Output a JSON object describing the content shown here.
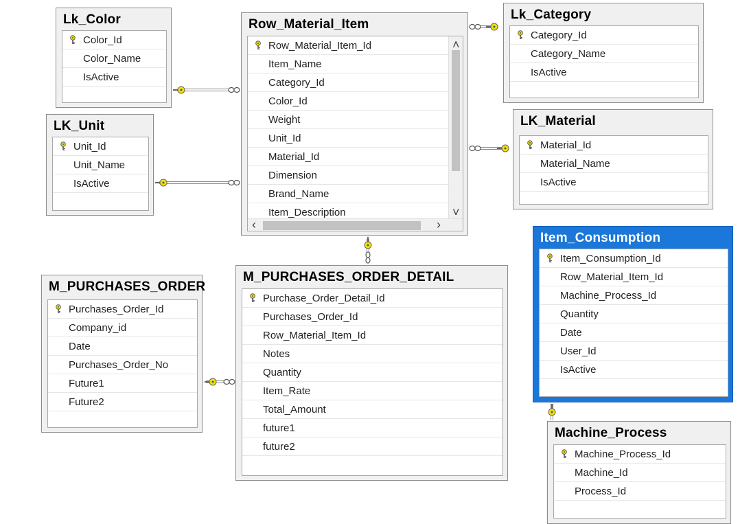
{
  "tables": [
    {
      "id": "lk-color",
      "name": "Lk_Color",
      "columns": [
        {
          "name": "Color_Id",
          "pk": true
        },
        {
          "name": "Color_Name",
          "pk": false
        },
        {
          "name": "IsActive",
          "pk": false
        }
      ]
    },
    {
      "id": "row-material-item",
      "name": "Row_Material_Item",
      "columns": [
        {
          "name": "Row_Material_Item_Id",
          "pk": true
        },
        {
          "name": "Item_Name",
          "pk": false
        },
        {
          "name": "Category_Id",
          "pk": false
        },
        {
          "name": "Color_Id",
          "pk": false
        },
        {
          "name": "Weight",
          "pk": false
        },
        {
          "name": "Unit_Id",
          "pk": false
        },
        {
          "name": "Material_Id",
          "pk": false
        },
        {
          "name": "Dimension",
          "pk": false
        },
        {
          "name": "Brand_Name",
          "pk": false
        },
        {
          "name": "Item_Description",
          "pk": false
        }
      ]
    },
    {
      "id": "lk-category",
      "name": "Lk_Category",
      "columns": [
        {
          "name": "Category_Id",
          "pk": true
        },
        {
          "name": "Category_Name",
          "pk": false
        },
        {
          "name": "IsActive",
          "pk": false
        }
      ]
    },
    {
      "id": "lk-unit",
      "name": "LK_Unit",
      "columns": [
        {
          "name": "Unit_Id",
          "pk": true
        },
        {
          "name": "Unit_Name",
          "pk": false
        },
        {
          "name": "IsActive",
          "pk": false
        }
      ]
    },
    {
      "id": "lk-material",
      "name": "LK_Material",
      "columns": [
        {
          "name": "Material_Id",
          "pk": true
        },
        {
          "name": "Material_Name",
          "pk": false
        },
        {
          "name": "IsActive",
          "pk": false
        }
      ]
    },
    {
      "id": "item-consumption",
      "name": "Item_Consumption",
      "selected": true,
      "columns": [
        {
          "name": "Item_Consumption_Id",
          "pk": true
        },
        {
          "name": "Row_Material_Item_Id",
          "pk": false
        },
        {
          "name": "Machine_Process_Id",
          "pk": false
        },
        {
          "name": "Quantity",
          "pk": false
        },
        {
          "name": "Date",
          "pk": false
        },
        {
          "name": "User_Id",
          "pk": false
        },
        {
          "name": "IsActive",
          "pk": false
        }
      ]
    },
    {
      "id": "m-purchases-order",
      "name": "M_PURCHASES_ORDER",
      "columns": [
        {
          "name": "Purchases_Order_Id",
          "pk": true
        },
        {
          "name": "Company_id",
          "pk": false
        },
        {
          "name": "Date",
          "pk": false
        },
        {
          "name": "Purchases_Order_No",
          "pk": false
        },
        {
          "name": "Future1",
          "pk": false
        },
        {
          "name": "Future2",
          "pk": false
        }
      ]
    },
    {
      "id": "m-purchases-order-detail",
      "name": "M_PURCHASES_ORDER_DETAIL",
      "columns": [
        {
          "name": "Purchase_Order_Detail_Id",
          "pk": true
        },
        {
          "name": "Purchases_Order_Id",
          "pk": false
        },
        {
          "name": "Row_Material_Item_Id",
          "pk": false
        },
        {
          "name": "Notes",
          "pk": false
        },
        {
          "name": "Quantity",
          "pk": false
        },
        {
          "name": "Item_Rate",
          "pk": false
        },
        {
          "name": "Total_Amount",
          "pk": false
        },
        {
          "name": "future1",
          "pk": false
        },
        {
          "name": "future2",
          "pk": false
        }
      ]
    },
    {
      "id": "machine-process",
      "name": "Machine_Process",
      "columns": [
        {
          "name": "Machine_Process_Id",
          "pk": true
        },
        {
          "name": "Machine_Id",
          "pk": false
        },
        {
          "name": "Process_Id",
          "pk": false
        }
      ]
    }
  ],
  "scroll_icons": {
    "up": "chevron-up-icon",
    "down": "chevron-down-icon",
    "left": "chevron-left-icon",
    "right": "chevron-right-icon"
  },
  "colors": {
    "key_yellow": "#f2e300",
    "selected": "#1b77d9",
    "table_bg": "#f0f0f0",
    "line": "#8a8a8a"
  }
}
